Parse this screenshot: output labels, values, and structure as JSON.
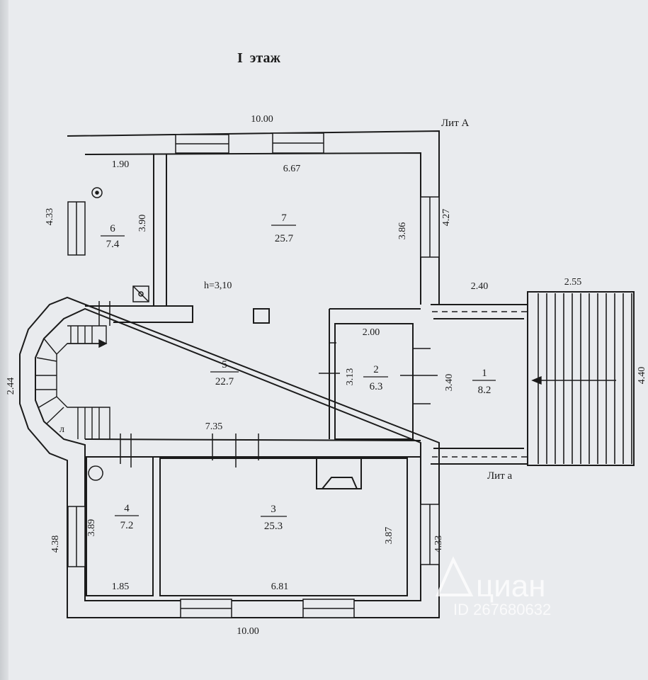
{
  "title": "I  этаж",
  "lit_a_upper": "Лит А",
  "lit_a_lower": "Лит а",
  "height_note": "h=3,10",
  "stair_letter": "л",
  "rooms": [
    {
      "number": "1",
      "area": "8.2"
    },
    {
      "number": "2",
      "area": "6.3"
    },
    {
      "number": "3",
      "area": "25.3"
    },
    {
      "number": "4",
      "area": "7.2"
    },
    {
      "number": "5",
      "area": "22.7"
    },
    {
      "number": "6",
      "area": "7.4"
    },
    {
      "number": "7",
      "area": "25.7"
    }
  ],
  "dimensions": {
    "top_outer": "10.00",
    "bottom_outer": "10.00",
    "left_top": "4.33",
    "left_mid": "2.44",
    "left_bottom": "4.38",
    "right_top": "4.27",
    "right_bottom": "4.33",
    "room6_width": "1.90",
    "room6_height": "3.90",
    "room7_width": "6.67",
    "room7_height": "3.86",
    "room2_width": "2.00",
    "room2_height": "3.13",
    "room1_height_inner": "3.40",
    "room1_height_outer": "4.40",
    "porch_width": "2.40",
    "steps_width": "2.55",
    "room5_width": "7.35",
    "room4_height": "3.89",
    "room4_width": "1.85",
    "room3_width": "6.81",
    "room3_height": "3.87"
  },
  "watermark": {
    "brand": "циан",
    "id": "ID 267680632"
  },
  "colors": {
    "ink": "#1b1b1b",
    "paper": "#e9ebee"
  }
}
